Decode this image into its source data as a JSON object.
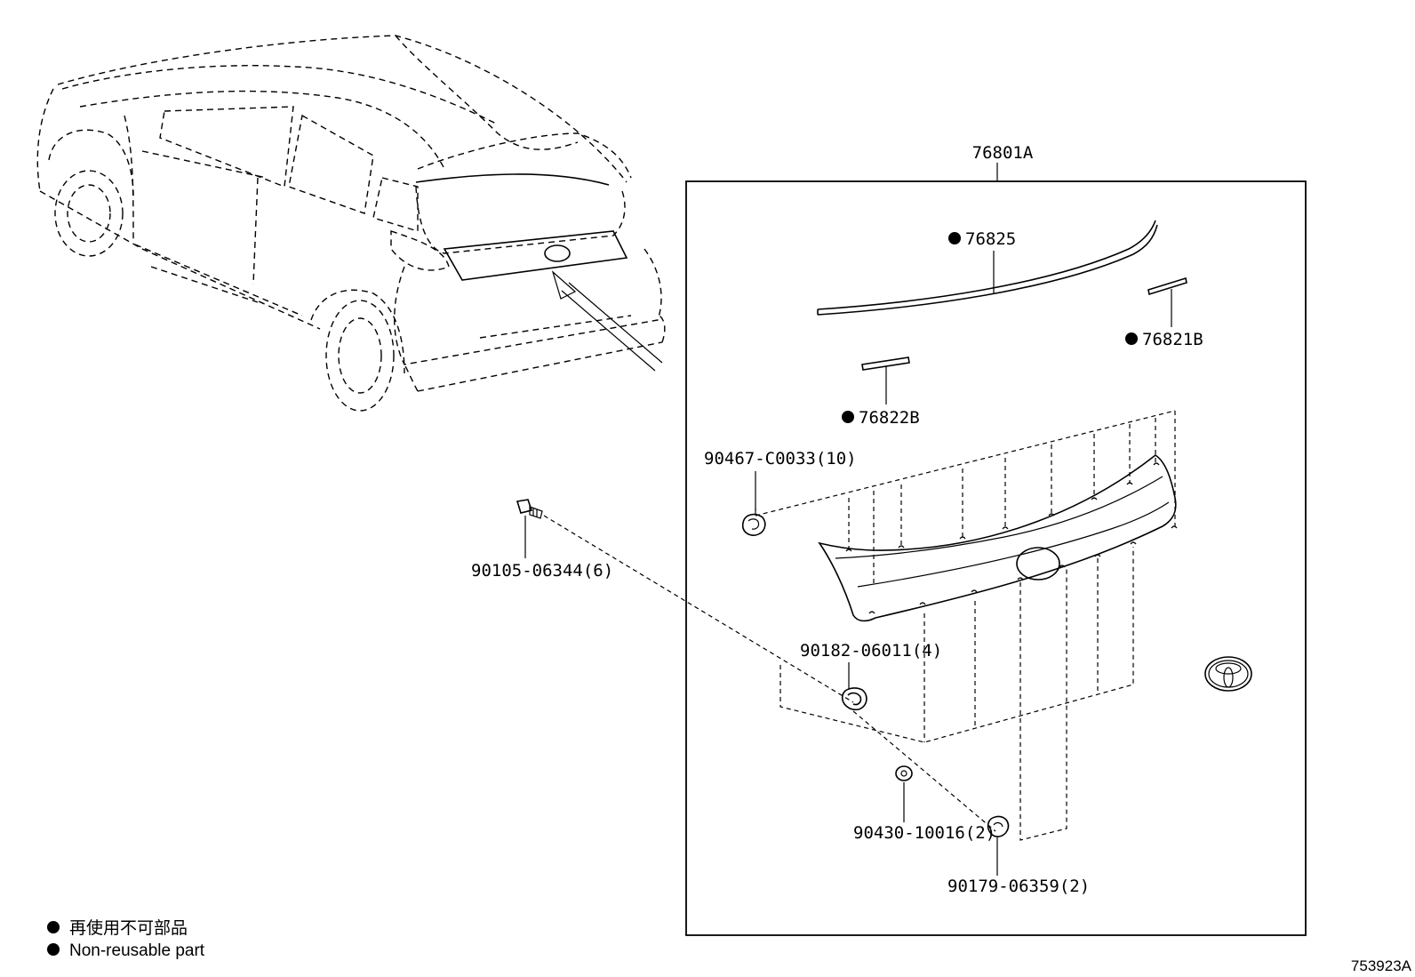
{
  "assembly": {
    "part_number": "76801A"
  },
  "parts": [
    {
      "key": "spoiler_trim",
      "number": "76825",
      "non_reusable": true
    },
    {
      "key": "tape_right",
      "number": "76821B",
      "non_reusable": true
    },
    {
      "key": "tape_left",
      "number": "76822B",
      "non_reusable": true
    },
    {
      "key": "clip_upper",
      "number": "90467-C0033(10)",
      "non_reusable": false
    },
    {
      "key": "screw",
      "number": "90105-06344(6)",
      "non_reusable": false
    },
    {
      "key": "nut_a",
      "number": "90182-06011(4)",
      "non_reusable": false
    },
    {
      "key": "washer",
      "number": "90430-10016(2)",
      "non_reusable": false
    },
    {
      "key": "nut_b",
      "number": "90179-06359(2)",
      "non_reusable": false
    }
  ],
  "legend": {
    "line_jp": "再使用不可部品",
    "line_en": "Non-reusable part"
  },
  "diagram_ref": "753923A"
}
